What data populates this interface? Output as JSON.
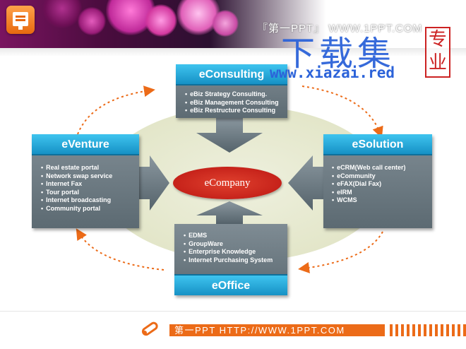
{
  "header": {
    "banner_text": "『第一PPT』 WWW.1PPT.COM"
  },
  "watermark": {
    "big_text": "下载集",
    "url": "www.xiazai.red",
    "seal_text": "专业"
  },
  "diagram": {
    "center": "eCompany",
    "consulting": {
      "title": "eConsulting",
      "items": [
        "eBiz Strategy Consulting.",
        "eBiz Management Consulting",
        "eBiz Restructure Consulting"
      ]
    },
    "venture": {
      "title": "eVenture",
      "items": [
        "Real estate portal",
        "Network swap service",
        "Internet Fax",
        "Tour portal",
        "Internet broadcasting",
        "Community portal"
      ]
    },
    "solution": {
      "title": "eSolution",
      "items": [
        "eCRM(Web call center)",
        "eCommunity",
        "eFAX(Dial Fax)",
        "eIRM",
        "WCMS"
      ]
    },
    "office": {
      "title": "eOffice",
      "items": [
        "EDMS",
        "GroupWare",
        "Enterprise Knowledge",
        "Internet Purchasing System"
      ]
    }
  },
  "footer": {
    "text": "第一PPT HTTP://WWW.1PPT.COM"
  },
  "colors": {
    "header_blue": "#1691c5",
    "body_gray": "#6b7880",
    "center_red": "#c6221a",
    "dash_orange": "#ec6b18"
  }
}
